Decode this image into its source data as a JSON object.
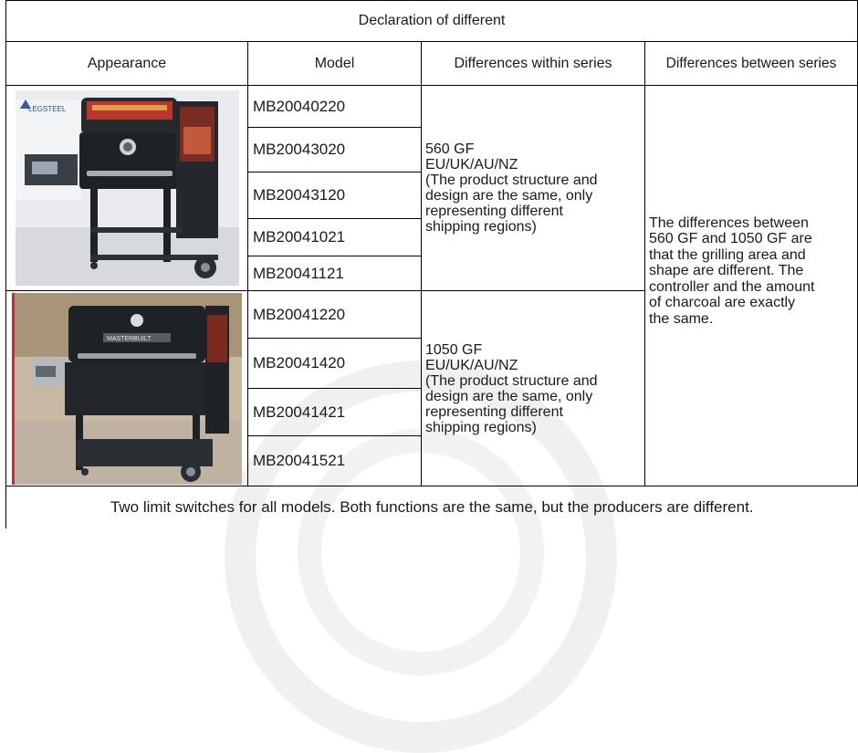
{
  "table": {
    "title": "Declaration of different",
    "headers": {
      "appearance": "Appearance",
      "model": "Model",
      "within": "Differences within series",
      "between": "Differences between series"
    },
    "groups": [
      {
        "models": [
          "MB20040220",
          "MB20043020",
          "MB20043120",
          "MB20041021",
          "MB20041121"
        ],
        "description": [
          "560 GF",
          "EU/UK/AU/NZ",
          "(The product structure and",
          "design are the same, only",
          "representing different",
          "shipping regions)"
        ],
        "photo_brand_text": "LEGSTEEL"
      },
      {
        "models": [
          "MB20041220",
          "MB20041420",
          "MB20041421",
          "MB20041521"
        ],
        "description": [
          "1050 GF",
          "EU/UK/AU/NZ",
          "(The product structure and",
          "design are the same, only",
          "representing different",
          "shipping regions)"
        ],
        "photo_brand_text": "MASTERBUILT"
      }
    ],
    "between_text": [
      "The differences between",
      "560 GF and 1050 GF are",
      "that the grilling area and",
      "shape are different. The",
      "controller and the amount",
      "of charcoal are exactly",
      "the same."
    ],
    "footer": "Two limit switches for all models. Both functions are the same, but the producers are different."
  },
  "colors": {
    "border": "#000000",
    "grill_body": "#1e2226",
    "hood_red_pattern": "#b8392b",
    "background": "#ffffff"
  }
}
